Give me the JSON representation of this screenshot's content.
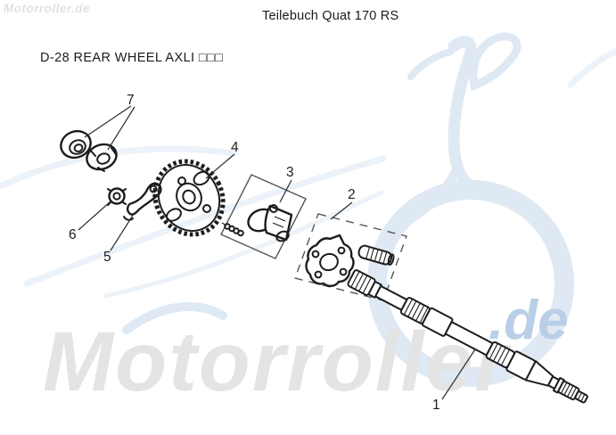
{
  "header": {
    "title": "Teilebuch Quat 170 RS"
  },
  "diagram": {
    "section_title": "D-28 REAR WHEEL AXLI □□□",
    "type": "exploded-parts-diagram",
    "callouts": [
      {
        "number": "1",
        "part": "rear-axle-shaft"
      },
      {
        "number": "2",
        "part": "hub-flange-assembly"
      },
      {
        "number": "3",
        "part": "brake-assembly"
      },
      {
        "number": "4",
        "part": "rear-sprocket"
      },
      {
        "number": "5",
        "part": "link-arm"
      },
      {
        "number": "6",
        "part": "flange-nut"
      },
      {
        "number": "7",
        "part": "axle-nut-and-washer"
      }
    ]
  },
  "watermark": {
    "corner_text": "Motorroller.de",
    "big_text": "Motorroller",
    "suffix_text": ".de"
  },
  "colors": {
    "line": "#1c1c1c",
    "watermark_gray": "#e4e4e4",
    "watermark_blue": "#dfe9f4",
    "watermark_blue_text": "#b9cfe8"
  }
}
